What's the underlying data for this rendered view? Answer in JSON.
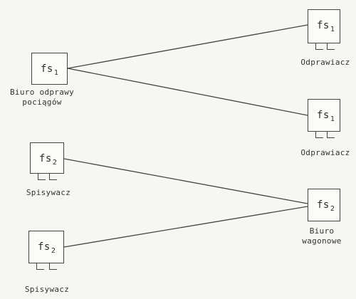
{
  "nodes": {
    "biuro_odprawy": {
      "tag": "fs",
      "sub": "1",
      "label_1": "Biuro odprawy",
      "label_2": "pociągów"
    },
    "odprawiacz_1": {
      "tag": "fs",
      "sub": "1",
      "label": "Odprawiacz"
    },
    "odprawiacz_2": {
      "tag": "fs",
      "sub": "1",
      "label": "Odprawiacz"
    },
    "spisywacz_1": {
      "tag": "fs",
      "sub": "2",
      "label": "Spisywacz"
    },
    "spisywacz_2": {
      "tag": "fs",
      "sub": "2",
      "label": "Spisywacz"
    },
    "biuro_wagonowe": {
      "tag": "fs",
      "sub": "2",
      "label_1": "Biuro",
      "label_2": "wagonowe"
    }
  },
  "colors": {
    "line": "#444444",
    "background": "#f6f6f3"
  }
}
